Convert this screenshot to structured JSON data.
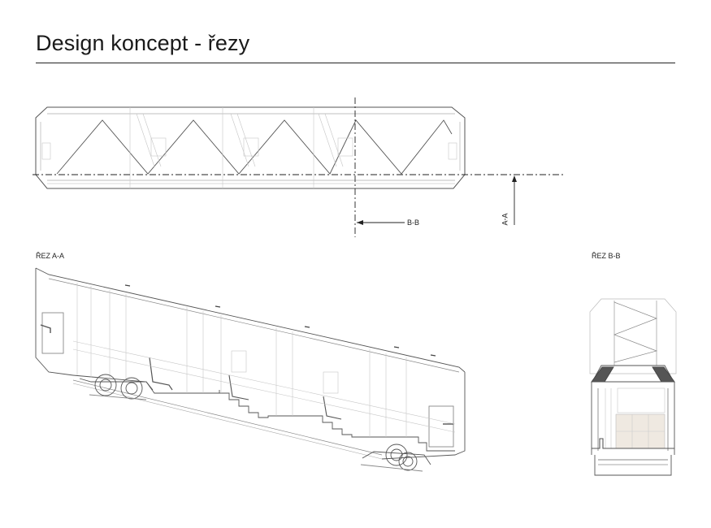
{
  "page": {
    "title": "Design koncept - řezy"
  },
  "plan": {
    "marker_bb": "B-B",
    "marker_aa": "A-A"
  },
  "section_aa": {
    "label": "ŘEZ A-A"
  },
  "section_bb": {
    "label": "ŘEZ B-B"
  },
  "colors": {
    "line": "#555555",
    "light_line": "#b5b5b5",
    "floor_fill": "#efe9e1"
  }
}
